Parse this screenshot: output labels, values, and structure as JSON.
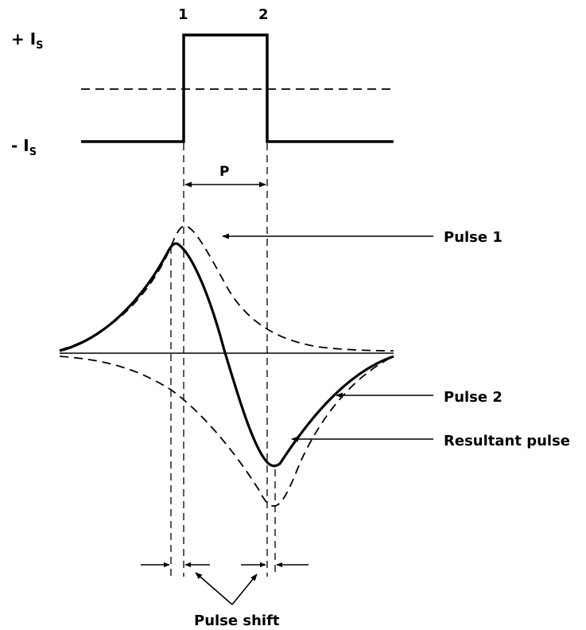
{
  "labels": {
    "plus_is": "+ I",
    "minus_is": "- I",
    "subscript": "S",
    "edge1": "1",
    "edge2": "2",
    "p": "P",
    "pulse1": "Pulse 1",
    "pulse2": "Pulse 2",
    "resultant": "Resultant pulse",
    "shift": "Pulse shift"
  }
}
